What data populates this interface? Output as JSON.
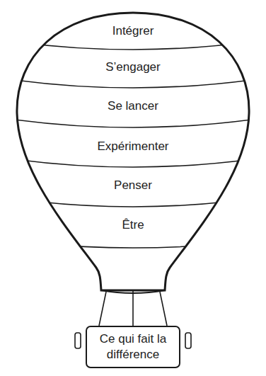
{
  "diagram": {
    "nodes": [
      {
        "text": [
          "Intégrer"
        ]
      },
      {
        "text": [
          "S’engager"
        ]
      },
      {
        "text": [
          "Se lancer"
        ]
      },
      {
        "text": [
          "Expérimenter"
        ]
      },
      {
        "text": [
          "Penser"
        ]
      },
      {
        "text": [
          "Être"
        ]
      },
      {
        "text": [
          "Ce qui fait la différence"
        ]
      }
    ],
    "edges": [
      {
        "from": 5,
        "to": 6,
        "arrow": "none"
      }
    ]
  }
}
